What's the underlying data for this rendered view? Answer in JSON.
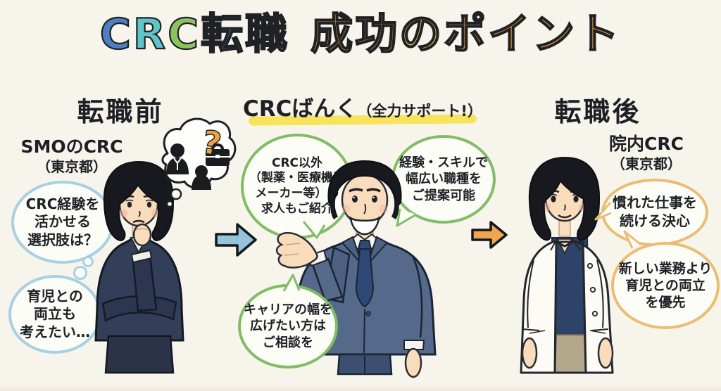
{
  "colors": {
    "background": "#f7f4ec",
    "ink": "#1d1f24",
    "highlight_yellow": "#f7e45c",
    "bubble_blue_border": "#a7d1e3",
    "bubble_green_border": "#80bd64",
    "bubble_orange_border": "#eabd72",
    "bubble_fill": "#fdfdf8",
    "arrow_blue": "#93c4d9",
    "arrow_orange": "#f0a64e",
    "question_orange": "#f0a43c"
  },
  "title": {
    "segments": [
      {
        "text": "C",
        "color": "#4d80c1"
      },
      {
        "text": "R",
        "color": "#5fc5c7"
      },
      {
        "text": "C",
        "color": "#8dc35e"
      },
      {
        "text": "転職",
        "color": "#4d80c1"
      },
      {
        "text": "成功",
        "color": "#f0993d"
      },
      {
        "text": "の",
        "color": "#f5d44c"
      },
      {
        "text": "ポイント",
        "color": "#f0993d"
      }
    ]
  },
  "before": {
    "header": "転職前",
    "role": "SMOのCRC",
    "location": "（東京都）",
    "thought_bubble_1": "CRC経験を\n活かせる\n選択肢は？",
    "thought_bubble_2": "育児との\n両立も\n考えたい…",
    "thought_cloud_icons": [
      "businessman-silhouette",
      "question-mark",
      "briefcase",
      "businesswoman-silhouette"
    ]
  },
  "agency": {
    "name": "CRCばんく",
    "note": "（全力サポート!）",
    "bubble_jobs": "CRC以外\n（製薬・医療機器\nメーカー等）の\n求人もご紹介",
    "bubble_skills": "経験・スキルで\n幅広い職種を\nご提案可能",
    "bubble_career": "キャリアの幅を\n広げたい方は\nご相談を"
  },
  "after": {
    "header": "転職後",
    "role": "院内CRC",
    "location": "（東京都）",
    "bubble_continue": "慣れた仕事を\n続ける決心",
    "bubble_priority": "新しい業務より\n育児との両立\nを優先"
  }
}
